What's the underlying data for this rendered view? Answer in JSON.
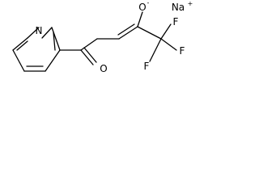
{
  "molecule": {
    "atoms": {
      "ring_nitrogen": "N",
      "ketone_oxygen": "O",
      "enolate_oxygen": "O",
      "enolate_charge": "-",
      "fluorine_1": "F",
      "fluorine_2": "F",
      "fluorine_3": "F",
      "counterion": "Na",
      "counterion_charge": "+"
    },
    "colors": {
      "bond": "#000000",
      "label": "#000000"
    }
  }
}
